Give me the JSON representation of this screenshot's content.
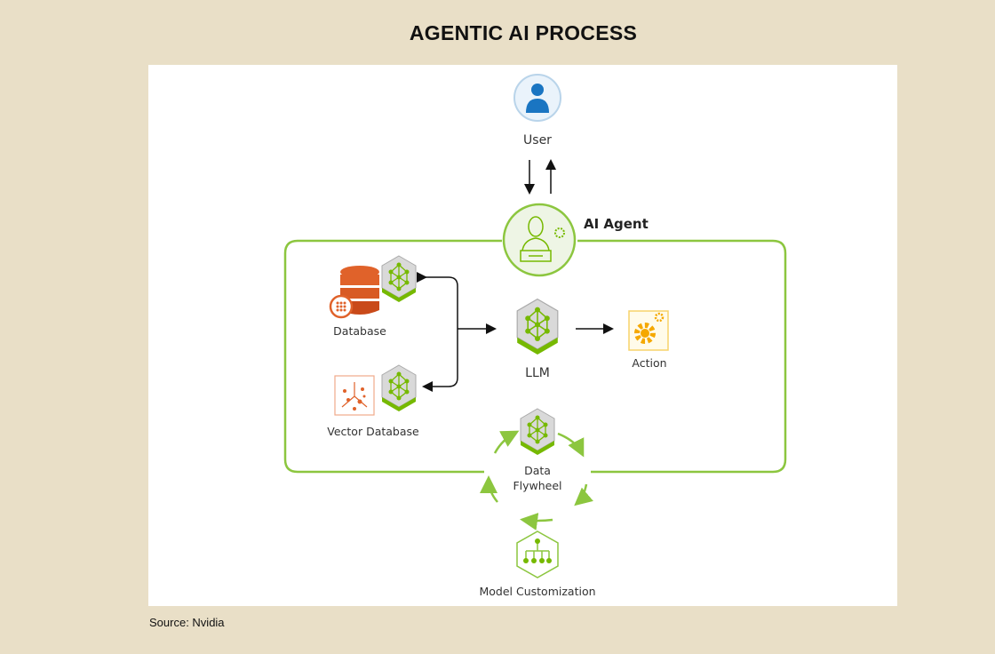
{
  "title": "AGENTIC AI  PROCESS",
  "source": "Source: Nvidia",
  "diagram": {
    "user": "User",
    "agent": "AI Agent",
    "database": "Database",
    "vector_database": "Vector Database",
    "llm": "LLM",
    "action": "Action",
    "flywheel_line1": "Data",
    "flywheel_line2": "Flywheel",
    "model_customization": "Model Customization"
  },
  "colors": {
    "background": "#e9dfc7",
    "green": "#8cc63f",
    "orange": "#e0622a",
    "gold": "#f5a800"
  }
}
